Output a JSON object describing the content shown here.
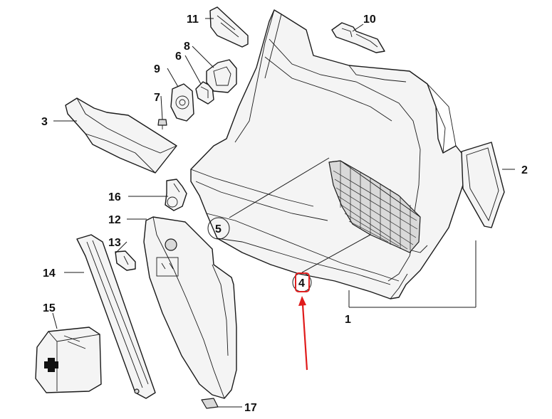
{
  "callouts": [
    {
      "id": "c1",
      "label": "1"
    },
    {
      "id": "c2",
      "label": "2"
    },
    {
      "id": "c3",
      "label": "3"
    },
    {
      "id": "c4",
      "label": "4"
    },
    {
      "id": "c5",
      "label": "5"
    },
    {
      "id": "c6",
      "label": "6"
    },
    {
      "id": "c7",
      "label": "7"
    },
    {
      "id": "c8",
      "label": "8"
    },
    {
      "id": "c9",
      "label": "9"
    },
    {
      "id": "c10",
      "label": "10"
    },
    {
      "id": "c11",
      "label": "11"
    },
    {
      "id": "c12",
      "label": "12"
    },
    {
      "id": "c13",
      "label": "13"
    },
    {
      "id": "c14",
      "label": "14"
    },
    {
      "id": "c15",
      "label": "15"
    },
    {
      "id": "c16",
      "label": "16"
    },
    {
      "id": "c17",
      "label": "17"
    }
  ],
  "highlight": {
    "callout": "4",
    "color": "#e02020",
    "arrow_color": "#e01b1b"
  }
}
